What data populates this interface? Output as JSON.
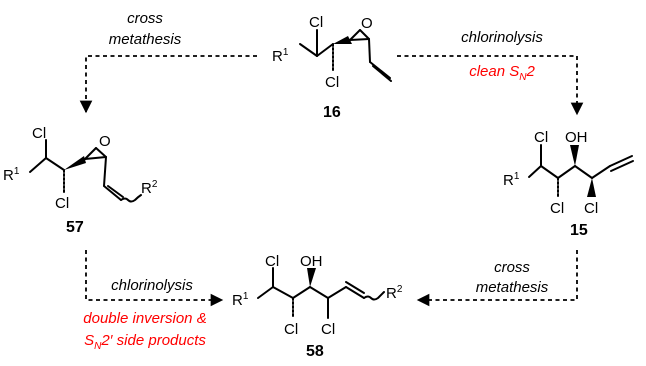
{
  "compounds": {
    "c16": {
      "number": "16",
      "cl_top": "Cl",
      "cl_bottom": "Cl",
      "r_group": "R",
      "r_sup": "1",
      "epoxide_o": "O"
    },
    "c57": {
      "number": "57",
      "cl_top": "Cl",
      "cl_bottom": "Cl",
      "r_group": "R",
      "r_sup": "1",
      "epoxide_o": "O",
      "r2_group": "R",
      "r2_sup": "2"
    },
    "c15": {
      "number": "15",
      "cl_top": "Cl",
      "oh": "OH",
      "cl_bottom_left": "Cl",
      "cl_bottom_right": "Cl",
      "r_group": "R",
      "r_sup": "1"
    },
    "c58": {
      "number": "58",
      "cl_top": "Cl",
      "oh": "OH",
      "cl_bottom_left": "Cl",
      "cl_bottom_right": "Cl",
      "r_group": "R",
      "r_sup": "1",
      "r2_group": "R",
      "r2_sup": "2"
    }
  },
  "conditions": {
    "top_left_line1": "cross",
    "top_left_line2": "metathesis",
    "top_right": "chlorinolysis",
    "top_right_red_main": "clean S",
    "top_right_red_sub": "N",
    "top_right_red_tail": "2",
    "bottom_left": "chlorinolysis",
    "bottom_left_red_line1": "double inversion &",
    "bottom_left_red_line2_main": "S",
    "bottom_left_red_line2_sub": "N",
    "bottom_left_red_line2_tail": "2′ side products",
    "bottom_right_line1": "cross",
    "bottom_right_line2": "metathesis"
  },
  "colors": {
    "ink": "#000000",
    "highlight": "#ff0000"
  }
}
